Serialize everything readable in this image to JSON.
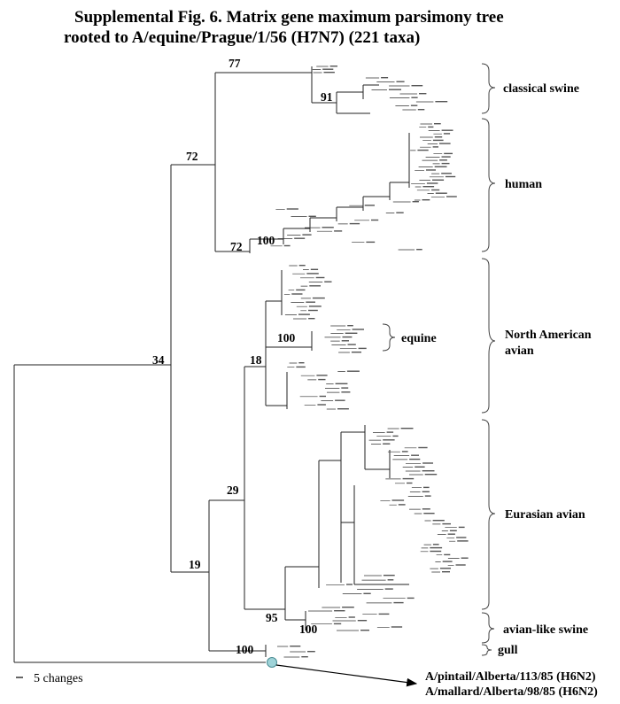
{
  "title": {
    "line1": "Supplemental  Fig. 6.  Matrix gene maximum parsimony tree",
    "line2": "rooted to A/equine/Prague/1/56 (H7N7) (221 taxa)"
  },
  "support_values": {
    "n77": "77",
    "n91": "91",
    "n72_upper": "72",
    "n72_lower": "72",
    "n100_human": "100",
    "n34": "34",
    "n100_equine": "100",
    "n18": "18",
    "n29": "29",
    "n19": "19",
    "n95": "95",
    "n100_swine": "100",
    "n100_gull": "100"
  },
  "clades": {
    "classical_swine": "classical swine",
    "human": "human",
    "equine": "equine",
    "north_american_avian_1": "North American",
    "north_american_avian_2": "avian",
    "eurasian_avian": "Eurasian avian",
    "avian_like_swine": "avian-like swine",
    "gull": "gull"
  },
  "scale_bar": {
    "label": "5 changes"
  },
  "callout_taxa": {
    "taxon1": "A/pintail/Alberta/113/85 (H6N2)",
    "taxon2": "A/mallard/Alberta/98/85 (H6N2)"
  },
  "colors": {
    "highlight_circle": "#9fd3d8",
    "branch": "#222222"
  }
}
